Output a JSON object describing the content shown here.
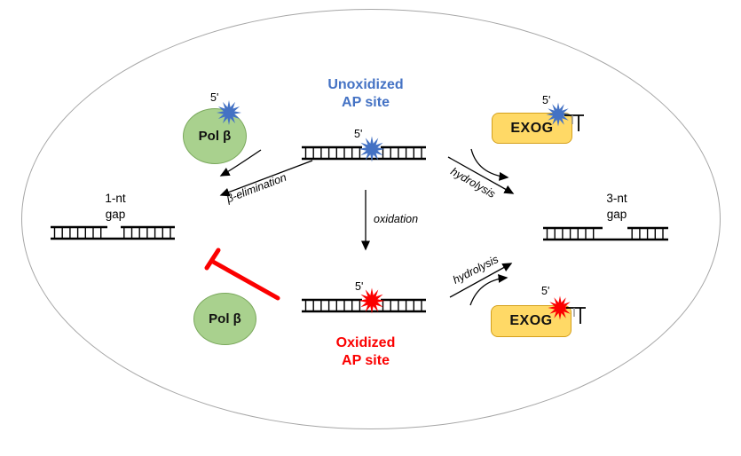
{
  "titles": {
    "unoxidized": {
      "line1": "Unoxidized",
      "line2": "AP site"
    },
    "oxidized": {
      "line1": "Oxidized",
      "line2": "AP site"
    }
  },
  "enzymes": {
    "pol_beta": "Pol β",
    "exog": "EXOG"
  },
  "labels": {
    "five_prime": "5'",
    "beta_elimination": "β-elimination",
    "hydrolysis": "hydrolysis",
    "oxidation": "oxidation",
    "gap_1nt": {
      "line1": "1-nt",
      "line2": "gap"
    },
    "gap_3nt": {
      "line1": "3-nt",
      "line2": "gap"
    }
  },
  "colors": {
    "unoxidized_blue": "#4472c4",
    "oxidized_red": "#fb0000",
    "pol_beta_fill": "#a9d18e",
    "pol_beta_border": "#7aa85c",
    "exog_fill": "#ffd966",
    "exog_border": "#d4a01c",
    "dna_black": "#000000",
    "boundary_gray": "#a6a6a6",
    "inhibition_red": "#fb0000"
  }
}
